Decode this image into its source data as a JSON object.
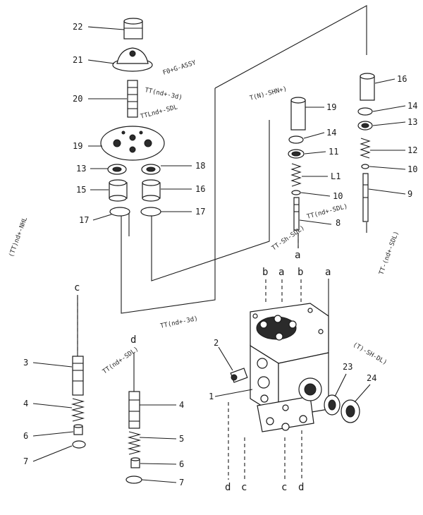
{
  "part_numbers": {
    "p22": "22",
    "p21": "21",
    "p20": "20",
    "p19a": "19",
    "p13a": "13",
    "p15a": "15",
    "p17a": "17",
    "p18": "18",
    "p16b": "16",
    "p17b": "17",
    "p19b": "19",
    "p14a": "14",
    "p11": "11",
    "pL1": "L1",
    "p10a": "10",
    "p8": "8",
    "p16a": "16",
    "p14b": "14",
    "p13b": "13",
    "p12": "12",
    "p10b": "10",
    "p9": "9",
    "p3": "3",
    "p4a": "4",
    "p6a": "6",
    "p7a": "7",
    "p4b": "4",
    "p5": "5",
    "p6b": "6",
    "p7b": "7",
    "p2": "2",
    "p1": "1",
    "p23": "23",
    "p24": "24"
  },
  "port_letters": {
    "c_top_left": "c",
    "d_mid": "d",
    "a_under_stack": "a",
    "b1": "b",
    "a1": "a",
    "b2": "b",
    "a2": "a",
    "d_bottom1": "d",
    "c_bottom1": "c",
    "c_bottom2": "c",
    "d_bottom2": "d"
  },
  "notes": {
    "n1": "F0+G-ASSY",
    "n2": "TT(nd+-3d)",
    "n3": "T(N)-SHN+)",
    "n4": "TT(nd+-3d)",
    "n5": "TT(nd+-SDL)",
    "n6": "TTLnd+-SDL",
    "n7": "(T)-SH-DL)",
    "n8": "TT(nd+-SDL)",
    "n9": "(TT)nd+-NHL",
    "n10": "TT-(nd+-SDL)",
    "n11": "TT-Sh-SDL)"
  }
}
